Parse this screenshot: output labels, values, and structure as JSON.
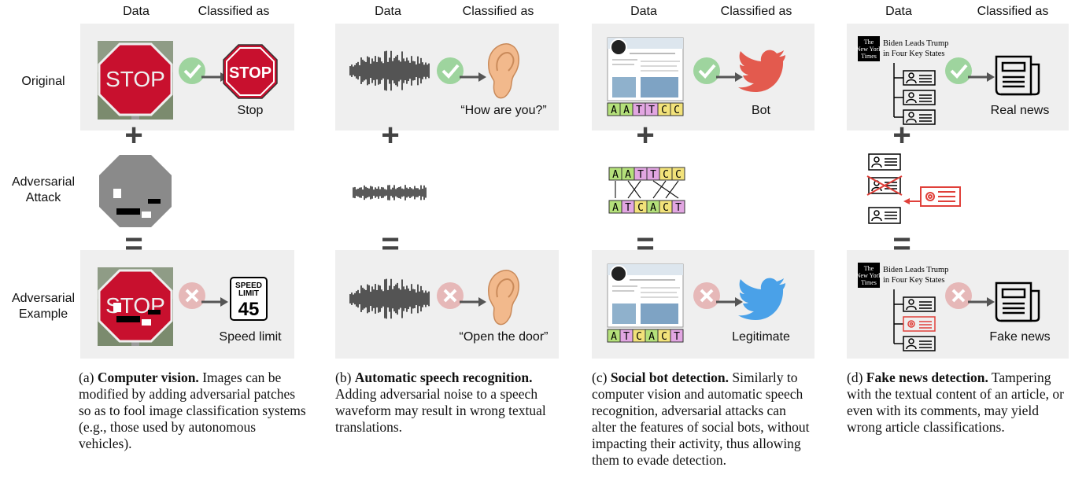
{
  "headers": {
    "data": "Data",
    "classified": "Classified as"
  },
  "rows": {
    "original": "Original",
    "attack_line1": "Adversarial",
    "attack_line2": "Attack",
    "example_line1": "Adversarial",
    "example_line2": "Example"
  },
  "panels": {
    "a": {
      "original_label": "Stop",
      "adversarial_label": "Speed limit",
      "stop_text": "STOP",
      "sign_line1": "SPEED",
      "sign_line2": "LIMIT",
      "sign_value": "45",
      "caption_prefix": "(a) ",
      "caption_bold": "Computer vision.",
      "caption_rest": " Images can be modified by adding adversarial patches so as to fool image classification systems (e.g., those used by autonomous vehicles)."
    },
    "b": {
      "original_label": "“How are you?”",
      "adversarial_label": "“Open the door”",
      "caption_prefix": "(b) ",
      "caption_bold": "Automatic speech recognition.",
      "caption_rest": " Adding adversarial noise to a speech waveform may result in wrong textual translations."
    },
    "c": {
      "original_label": "Bot",
      "adversarial_label": "Legitimate",
      "dna_original": [
        "A",
        "A",
        "T",
        "T",
        "C",
        "C"
      ],
      "dna_adversarial": [
        "A",
        "T",
        "C",
        "A",
        "C",
        "T"
      ],
      "caption_prefix": "(c) ",
      "caption_bold": "Social bot detection.",
      "caption_rest": " Similarly to computer vision and automatic speech recognition, adversarial attacks can alter the features of social bots, without impacting their activity, thus allowing them to evade detection."
    },
    "d": {
      "original_label": "Real news",
      "adversarial_label": "Fake news",
      "logo_line1": "The",
      "logo_line2": "New York",
      "logo_line3": "Times",
      "headline_line1": "Biden Leads Trump",
      "headline_line2": "in Four Key States",
      "caption_prefix": "(d) ",
      "caption_bold": "Fake news detection.",
      "caption_rest": " Tampering with the textual content of an article, or even with its comments, may yield wrong article classifications."
    }
  },
  "symbols": {
    "plus": "+",
    "equals": "="
  },
  "colors": {
    "band": "#efefef",
    "check": "#9ed49e",
    "cross": "#e6b8b8",
    "arrow": "#555555",
    "stop_red": "#c8102e",
    "bot_red": "#e35a4e",
    "legit_blue": "#4aa1e8",
    "dna_green": "#b4e07a",
    "dna_yellow": "#f2e27a",
    "dna_pink": "#e2a6e2",
    "tamper_red": "#e0403a"
  }
}
